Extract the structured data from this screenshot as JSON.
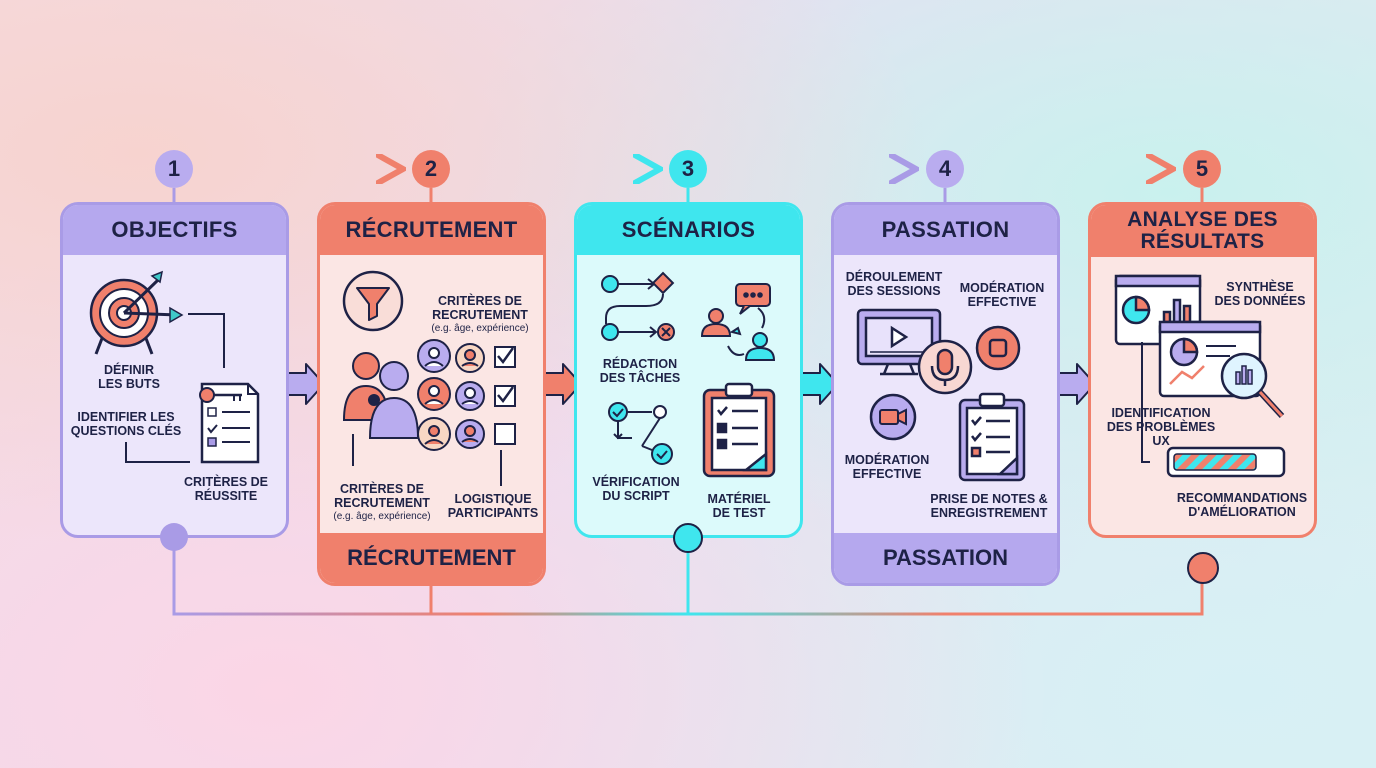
{
  "colors": {
    "purple": "#a99be6",
    "coral": "#f0806c",
    "cyan": "#3fe6ee",
    "navy": "#1e2246"
  },
  "steps": [
    {
      "number": "1",
      "title": "OBJECTIFS"
    },
    {
      "number": "2",
      "title": "RÉCRUTEMENT",
      "footer": "RÉCRUTEMENT"
    },
    {
      "number": "3",
      "title": "SCÉNARIOS"
    },
    {
      "number": "4",
      "title": "PASSATION",
      "footer": "PASSATION"
    },
    {
      "number": "5",
      "title": "ANALYSE DES\nRÉSULTATS"
    }
  ],
  "card1": {
    "definir": "DÉFINIR\nLES BUTS",
    "identifier": "IDENTIFIER LES\nQUESTIONS CLÉS",
    "criteres": "CRITÈRES DE\nRÉUSSITE",
    "icons": [
      "target-icon",
      "key-icon",
      "checklist-icon"
    ]
  },
  "card2": {
    "criteres_top": "CRITÈRES DE\nRECRUTEMENT",
    "criteres_top_sub": "(e.g. âge, expérience)",
    "criteres_bottom": "CRITÈRES DE\nRECRUTEMENT",
    "criteres_bottom_sub": "(e.g. âge, expérience)",
    "logistique": "LOGISTIQUE\nPARTICIPANTS",
    "icons": [
      "funnel-icon",
      "group-icon",
      "avatar-grid-icon",
      "checkbox-icon"
    ]
  },
  "card3": {
    "redaction": "RÉDACTION\nDES TÂCHES",
    "verification": "VÉRIFICATION\nDU SCRIPT",
    "materiel": "MATÉRIEL\nDE TEST",
    "icons": [
      "flowchart-icon",
      "conversation-icon",
      "process-check-icon",
      "clipboard-icon"
    ]
  },
  "card4": {
    "deroulement": "DÉROULEMENT\nDES SESSIONS",
    "moderation_top": "MODÉRATION\nEFFECTIVE",
    "moderation_bottom": "MODÉRATION\nEFFECTIVE",
    "prise": "PRISE DE NOTES &\nENREGISTREMENT",
    "icons": [
      "monitor-icon",
      "microphone-icon",
      "record-icon",
      "camera-icon",
      "clipboard-icon"
    ]
  },
  "card5": {
    "synthese": "SYNTHÈSE\nDES DONNÉES",
    "identification": "IDENTIFICATION\nDES PROBLÈMES UX",
    "recommandations": "RECOMMANDATIONS\nD'AMÉLIORATION",
    "icons": [
      "dashboard-icon",
      "magnifier-icon",
      "progress-bar-icon"
    ]
  }
}
